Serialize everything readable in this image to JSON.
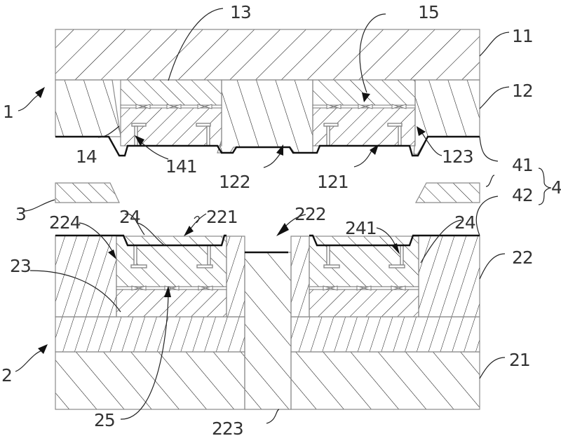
{
  "figure": {
    "type": "mold cross-section",
    "upper_mold": {
      "label": "1",
      "parts": [
        "11",
        "12",
        "13",
        "14",
        "15",
        "121",
        "122",
        "123",
        "141"
      ]
    },
    "lower_mold": {
      "label": "2",
      "parts": [
        "21",
        "22",
        "23",
        "24",
        "25",
        "221",
        "222",
        "223",
        "224",
        "241"
      ]
    },
    "side_insert": {
      "label": "3"
    },
    "group": {
      "label": "4",
      "members": [
        "41",
        "42"
      ]
    }
  },
  "labels": {
    "l1": "1",
    "l11": "11",
    "l12": "12",
    "l13": "13",
    "l14": "14",
    "l15": "15",
    "l121": "121",
    "l122": "122",
    "l123": "123",
    "l141": "141",
    "l2": "2",
    "l21": "21",
    "l22": "22",
    "l23": "23",
    "l24a": "24",
    "l24b": "24",
    "l25": "25",
    "l221": "221",
    "l222": "222",
    "l223": "223",
    "l224": "224",
    "l241": "241",
    "l3": "3",
    "l4": "4",
    "l41": "41",
    "l42": "42"
  }
}
